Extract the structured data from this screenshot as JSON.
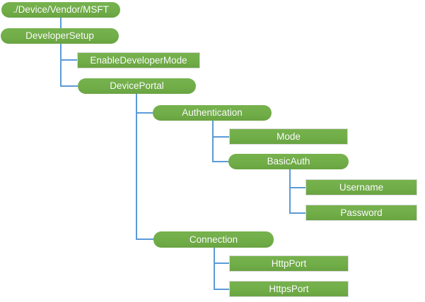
{
  "diagram": {
    "description": "Configuration service provider hierarchy tree",
    "nodes": [
      {
        "label": "./Device/Vendor/MSFT",
        "shape": "rounded",
        "level": 0,
        "parent": null
      },
      {
        "label": "DeveloperSetup",
        "shape": "rounded",
        "level": 1,
        "parent": "./Device/Vendor/MSFT"
      },
      {
        "label": "EnableDeveloperMode",
        "shape": "rect",
        "level": 2,
        "parent": "DeveloperSetup"
      },
      {
        "label": "DevicePortal",
        "shape": "rounded",
        "level": 2,
        "parent": "DeveloperSetup"
      },
      {
        "label": "Authentication",
        "shape": "rounded",
        "level": 3,
        "parent": "DevicePortal"
      },
      {
        "label": "Mode",
        "shape": "rect",
        "level": 4,
        "parent": "Authentication"
      },
      {
        "label": "BasicAuth",
        "shape": "rounded",
        "level": 4,
        "parent": "Authentication"
      },
      {
        "label": "Username",
        "shape": "rect",
        "level": 5,
        "parent": "BasicAuth"
      },
      {
        "label": "Password",
        "shape": "rect",
        "level": 5,
        "parent": "BasicAuth"
      },
      {
        "label": "Connection",
        "shape": "rounded",
        "level": 3,
        "parent": "DevicePortal"
      },
      {
        "label": "HttpPort",
        "shape": "rect",
        "level": 4,
        "parent": "Connection"
      },
      {
        "label": "HttpsPort",
        "shape": "rect",
        "level": 4,
        "parent": "Connection"
      }
    ]
  },
  "colors": {
    "node_fill": "#70AD47",
    "node_fill_light": "#77b24e",
    "node_fill_dark": "#69a342",
    "node_text": "#FFFFFF",
    "connector": "#5B9BD5",
    "rect_border": "#D9D9D9",
    "background": "#FFFFFF"
  }
}
